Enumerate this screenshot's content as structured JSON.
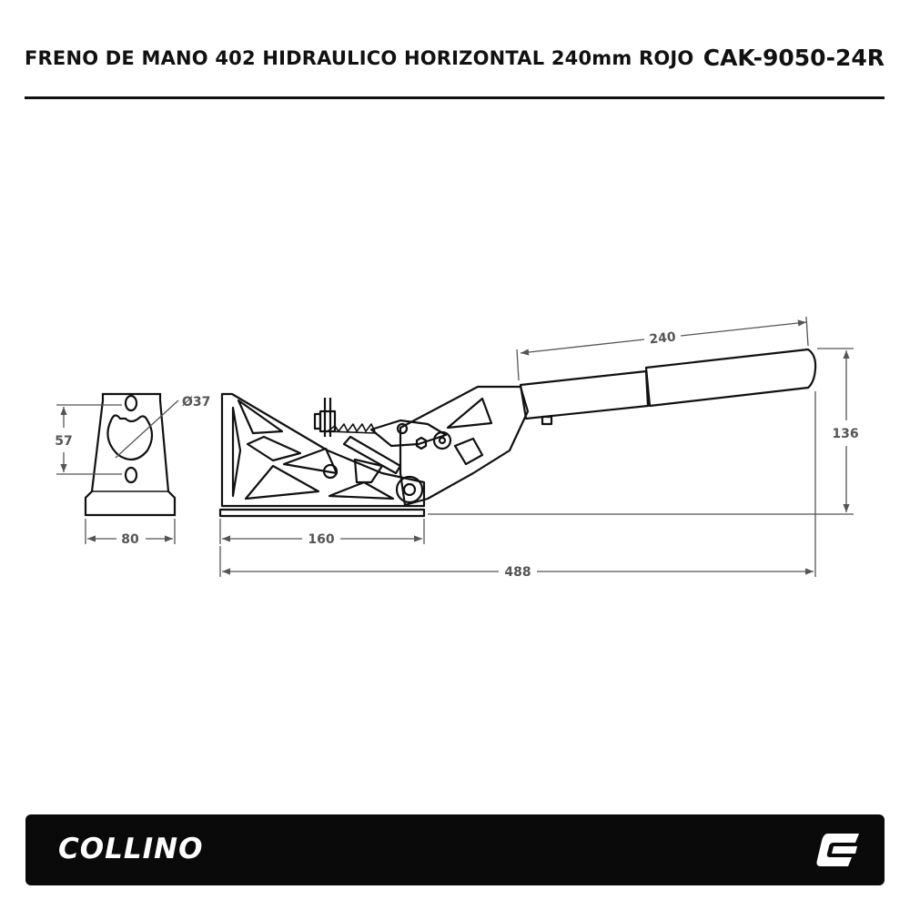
{
  "header": {
    "title": "FRENO DE MANO 402 HIDRAULICO HORIZONTAL 240mm ROJO",
    "code": "CAK-9050-24R"
  },
  "dimensions": {
    "hole_diameter": "Ø37",
    "side_height": "57",
    "side_width": "80",
    "base_length": "160",
    "handle_length": "240",
    "total_height": "136",
    "total_length": "488"
  },
  "footer": {
    "brand": "COLLINO",
    "brand_mark_icon": "collino-c-icon"
  },
  "colors": {
    "line": "#111111",
    "dimension": "#555555",
    "footer_bg": "#0a0a0a"
  }
}
